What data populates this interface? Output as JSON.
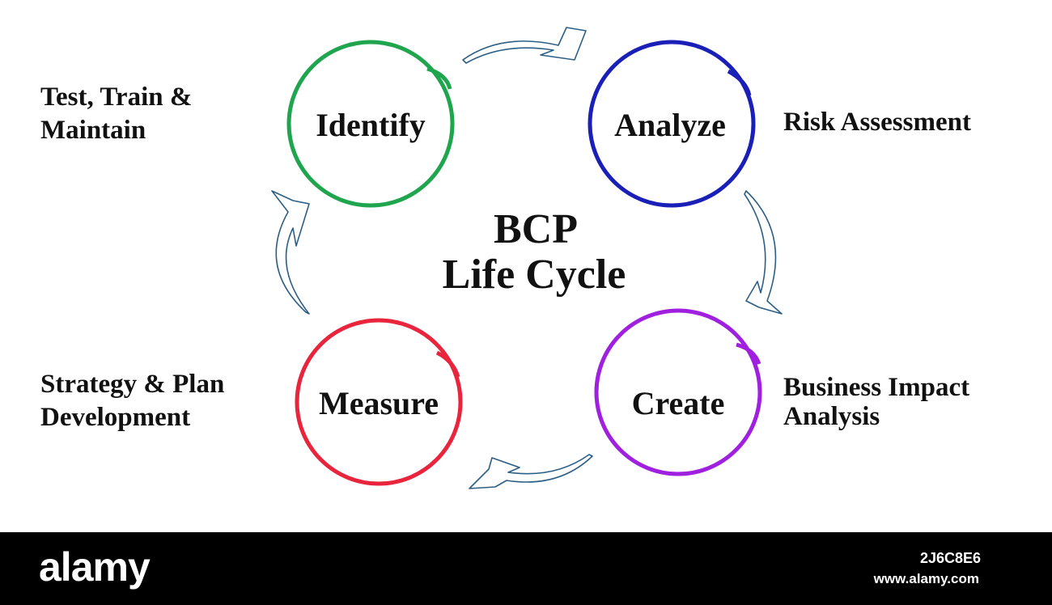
{
  "diagram": {
    "title_line1": "BCP",
    "title_line2": "Life Cycle",
    "stages": [
      {
        "label": "Identify",
        "color": "#1fa54e"
      },
      {
        "label": "Analyze",
        "color": "#1a1fb8"
      },
      {
        "label": "Create",
        "color": "#a020e0"
      },
      {
        "label": "Measure",
        "color": "#e8253c"
      }
    ],
    "descriptions": {
      "top_left": [
        "Test, Train &",
        "Maintain"
      ],
      "top_right": [
        "Risk Assessment"
      ],
      "bottom_left": [
        "Strategy & Plan",
        "Development"
      ],
      "bottom_right": [
        "Business Impact",
        "Analysis"
      ]
    },
    "arrow_color": "#2c5f86"
  },
  "watermark": {
    "brand": "alamy",
    "image_id": "2J6C8E6",
    "url": "www.alamy.com"
  }
}
